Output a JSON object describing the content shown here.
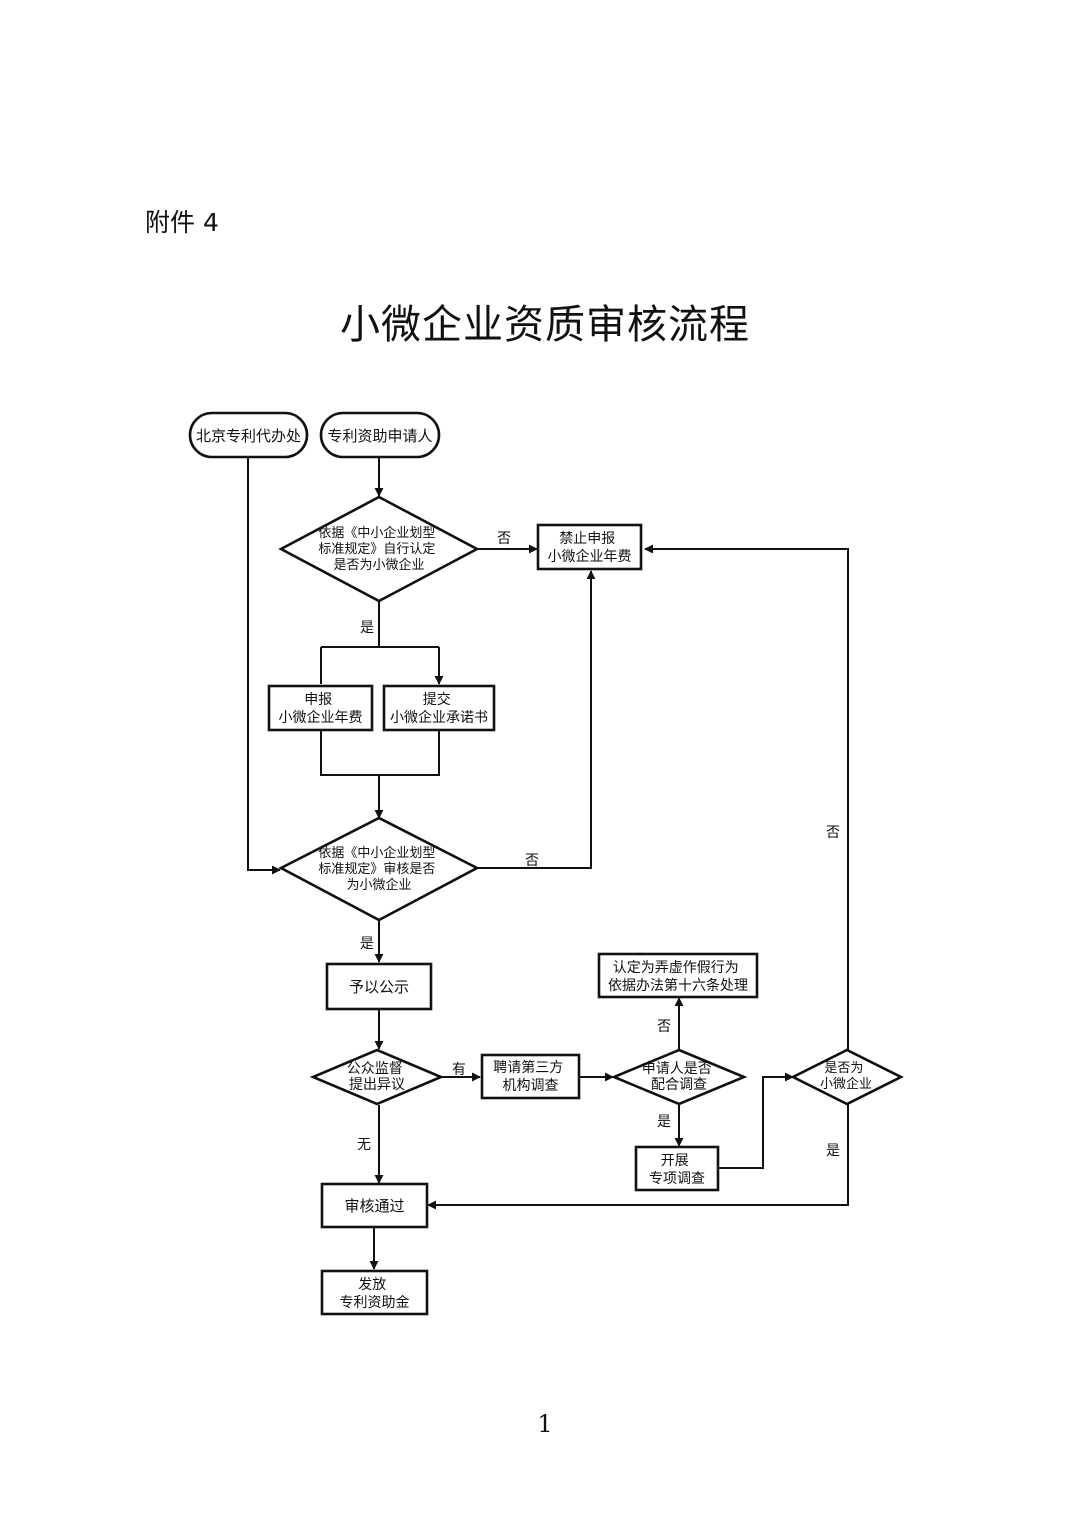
{
  "header": {
    "attachment": "附件 4"
  },
  "title": "小微企业资质审核流程",
  "footer": {
    "page_number": "1"
  },
  "nodes": {
    "start_office": "北京专利代办处",
    "start_applicant": "专利资助申请人",
    "decision_self": [
      "依据《中小企业划型",
      "标准规定》自行认定",
      "是否为小微企业"
    ],
    "forbid": [
      "禁止申报",
      "小微企业年费"
    ],
    "declare": [
      "申报",
      "小微企业年费"
    ],
    "submit": [
      "提交",
      "小微企业承诺书"
    ],
    "decision_review": [
      "依据《中小企业划型",
      "标准规定》审核是否",
      "为小微企业"
    ],
    "publicize": "予以公示",
    "decision_public": [
      "公众监督",
      "提出异议"
    ],
    "hire": [
      "聘请第三方",
      "机构调查"
    ],
    "decision_cooperate": [
      "申请人是否",
      "配合调查"
    ],
    "fraud": [
      "认定为弄虚作假行为",
      "依据办法第十六条处理"
    ],
    "special": [
      "开展",
      "专项调查"
    ],
    "decision_small": [
      "是否为",
      "小微企业"
    ],
    "approve": "审核通过",
    "issue": [
      "发放",
      "专利资助金"
    ]
  },
  "edge_labels": {
    "self_no": "否",
    "self_yes": "是",
    "review_no": "否",
    "review_yes": "是",
    "public_yes": "有",
    "public_no": "无",
    "cooperate_no": "否",
    "cooperate_yes": "是",
    "small_no": "否",
    "small_yes": "是"
  }
}
